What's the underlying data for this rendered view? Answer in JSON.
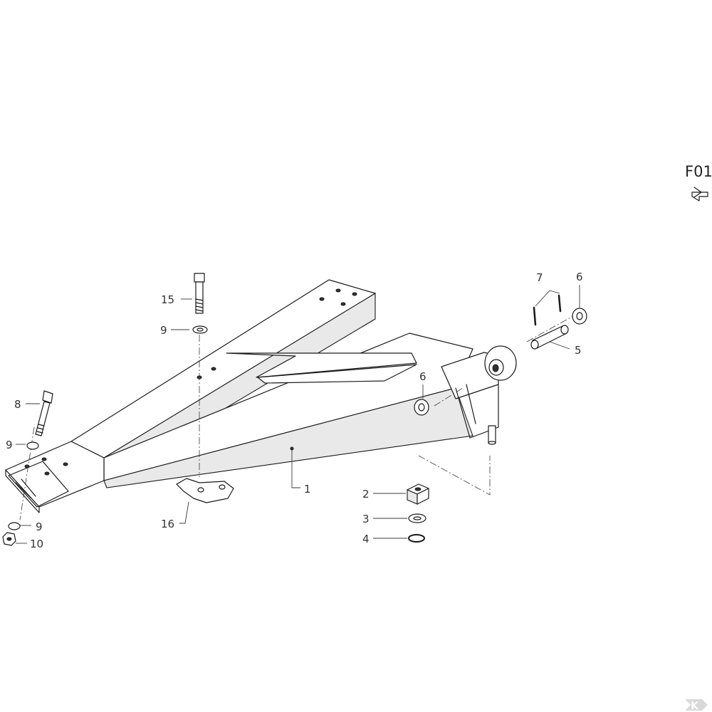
{
  "sheet": {
    "reference": "F01",
    "logo_text": "K"
  },
  "callouts": {
    "c1": "1",
    "c2": "2",
    "c3": "3",
    "c4": "4",
    "c5": "5",
    "c6a": "6",
    "c6b": "6",
    "c7": "7",
    "c8": "8",
    "c9a": "9",
    "c9b": "9",
    "c9c": "9",
    "c10": "10",
    "c15": "15",
    "c16": "16"
  }
}
